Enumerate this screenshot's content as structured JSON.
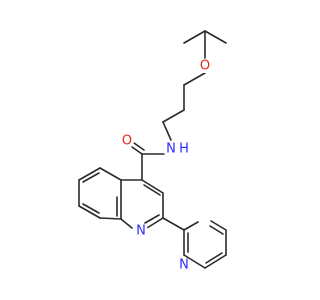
{
  "molecule": {
    "atoms": [
      {
        "id": "O1",
        "symbol": "O",
        "color": "#e8261c"
      },
      {
        "id": "O2",
        "symbol": "O",
        "color": "#e8261c"
      },
      {
        "id": "N1",
        "symbol": "N",
        "color": "#2a2aff"
      },
      {
        "id": "H1",
        "symbol": "H",
        "color": "#2a2aff"
      },
      {
        "id": "N2",
        "symbol": "N",
        "color": "#2a2aff"
      },
      {
        "id": "N3",
        "symbol": "N",
        "color": "#2a2aff"
      }
    ],
    "bond_color": "#2a2a2a"
  }
}
